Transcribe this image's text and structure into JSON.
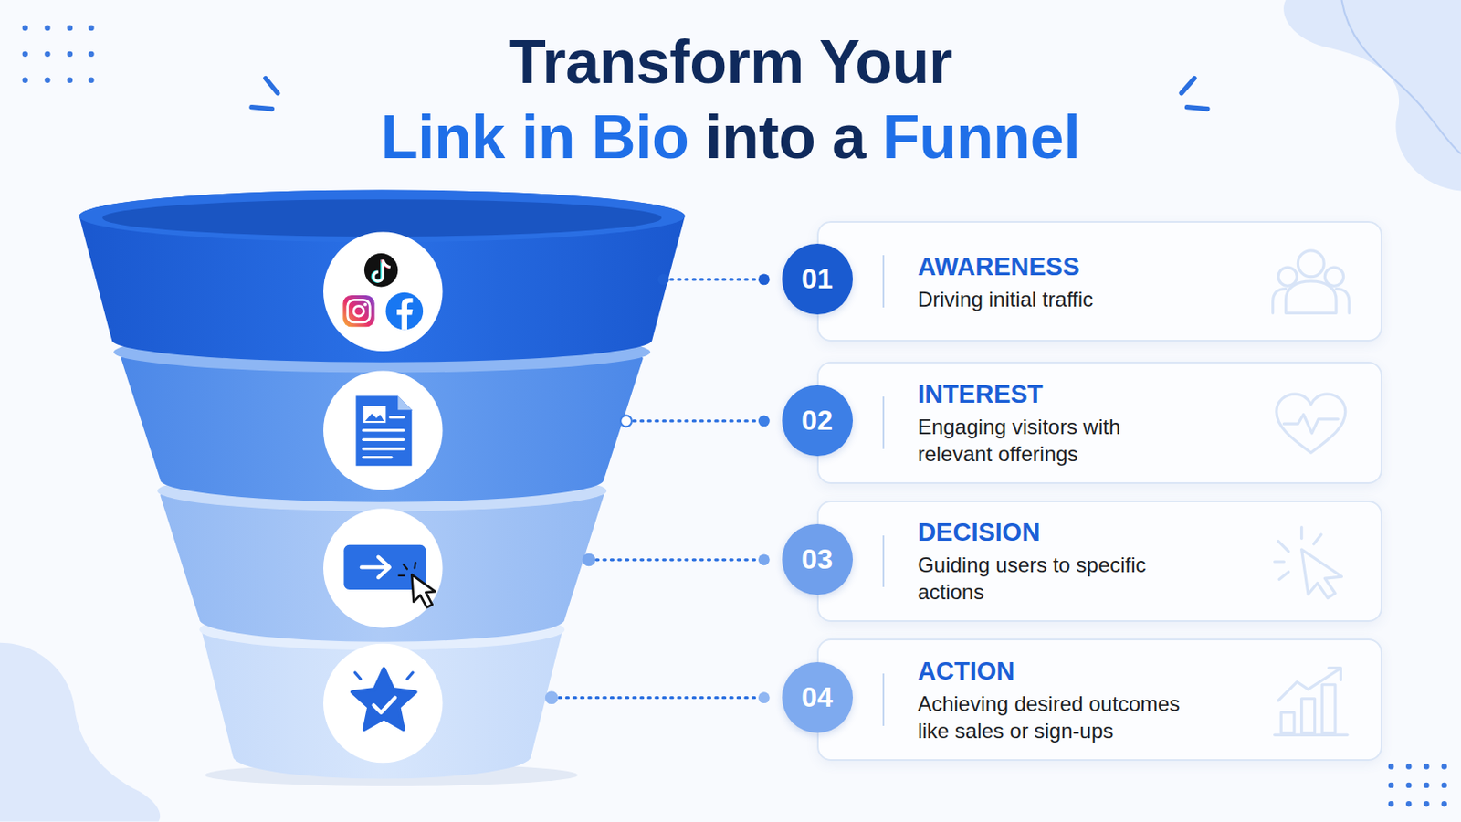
{
  "diagram": {
    "title": "Transform Your Link in Bio into a Funnel",
    "nodes": [
      {
        "text": [
          "01"
        ]
      },
      {
        "text": [
          "AWARENESS",
          "Driving initial traffic"
        ]
      },
      {
        "text": [
          "02"
        ]
      },
      {
        "text": [
          "INTEREST",
          "Engaging visitors with relevant offerings"
        ]
      },
      {
        "text": [
          "03"
        ]
      },
      {
        "text": [
          "DECISION",
          "Guiding users to specific actions"
        ]
      },
      {
        "text": [
          "04"
        ]
      },
      {
        "text": [
          "ACTION",
          "Achieving desired outcomes like sales or sign-ups"
        ]
      }
    ]
  }
}
